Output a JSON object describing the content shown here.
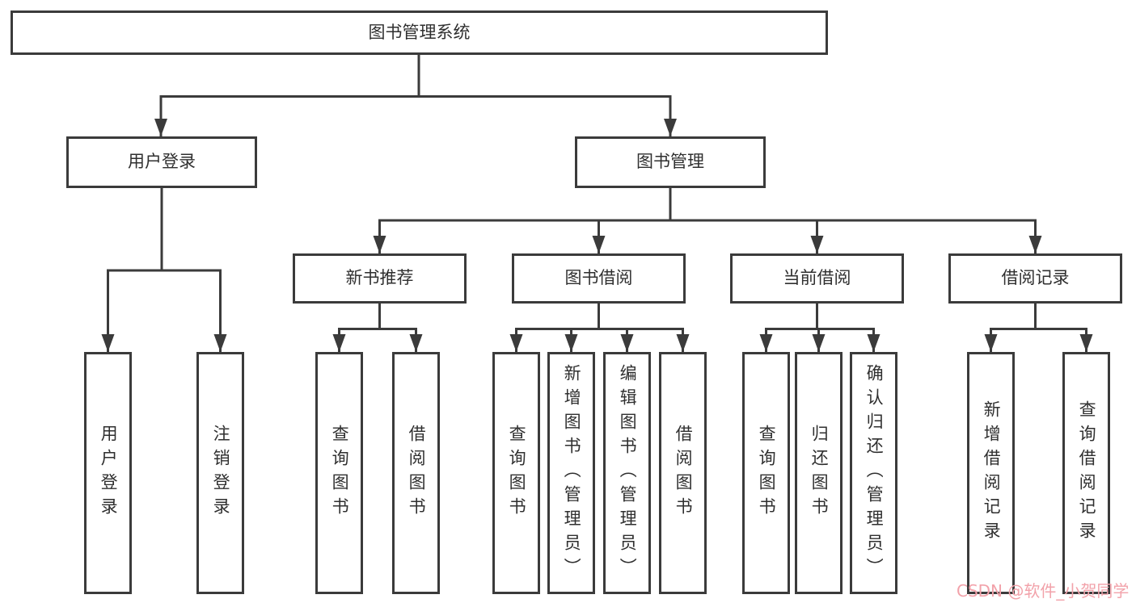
{
  "diagram": {
    "root": "图书管理系统",
    "level2": {
      "user_login": "用户登录",
      "book_mgmt": "图书管理"
    },
    "level3": {
      "new_books": "新书推荐",
      "borrow": "图书借阅",
      "current": "当前借阅",
      "records": "借阅记录"
    },
    "leaves": {
      "user_login": [
        "用户登录",
        "注销登录"
      ],
      "new_books": [
        "查询图书",
        "借阅图书"
      ],
      "borrow": [
        "查询图书",
        "新增图书（管理员）",
        "编辑图书（管理员）",
        "借阅图书"
      ],
      "current": [
        "查询图书",
        "归还图书",
        "确认归还（管理员）"
      ],
      "records": [
        "新增借阅记录",
        "查询借阅记录"
      ]
    }
  },
  "watermark": "CSDN @软件_小贺同学",
  "colors": {
    "border": "#3b3b3b",
    "text": "#2f2f2f",
    "watermark": "#f2a2aa",
    "background": "#ffffff"
  }
}
